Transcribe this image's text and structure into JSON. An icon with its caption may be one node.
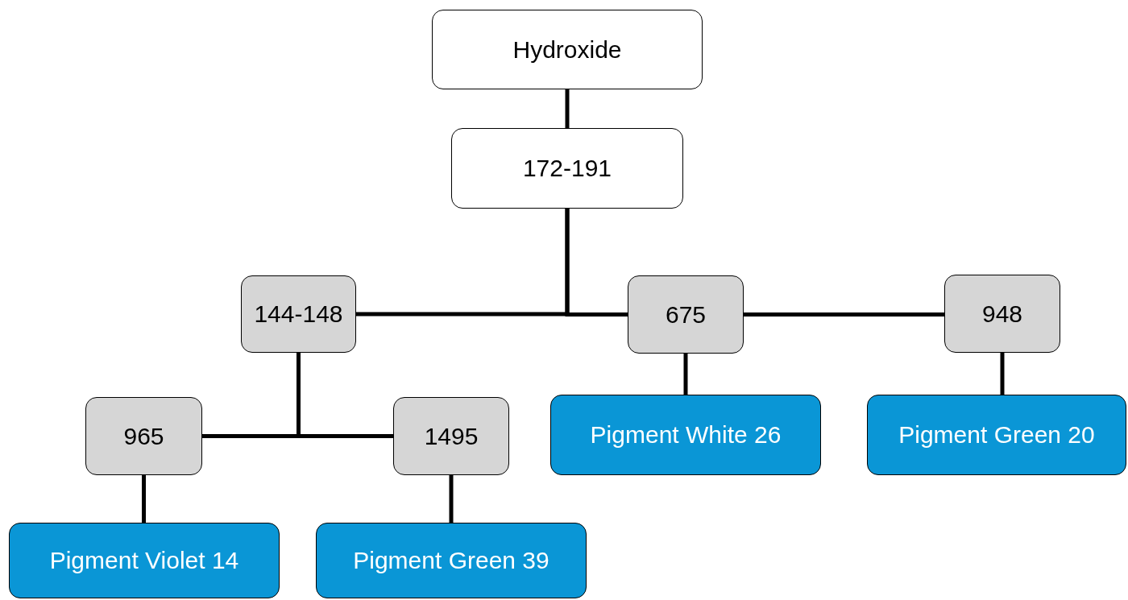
{
  "diagram": {
    "nodes": [
      {
        "text": [
          "Hydroxide"
        ]
      },
      {
        "text": [
          "172-191"
        ]
      },
      {
        "text": [
          "144-148"
        ]
      },
      {
        "text": [
          "675"
        ]
      },
      {
        "text": [
          "948"
        ]
      },
      {
        "text": [
          "965"
        ]
      },
      {
        "text": [
          "1495"
        ]
      },
      {
        "text": [
          "Pigment White 26"
        ]
      },
      {
        "text": [
          "Pigment Green 20"
        ]
      },
      {
        "text": [
          "Pigment Violet 14"
        ]
      },
      {
        "text": [
          "Pigment Green 39"
        ]
      }
    ],
    "edges": [
      {
        "from": 0,
        "to": 1,
        "arrow": "none"
      },
      {
        "from": 1,
        "to": 2,
        "arrow": "none"
      },
      {
        "from": 1,
        "to": 3,
        "arrow": "none"
      },
      {
        "from": 3,
        "to": 4,
        "arrow": "none"
      },
      {
        "from": 2,
        "to": 5,
        "arrow": "none"
      },
      {
        "from": 2,
        "to": 6,
        "arrow": "none"
      },
      {
        "from": 3,
        "to": 7,
        "arrow": "none"
      },
      {
        "from": 4,
        "to": 8,
        "arrow": "none"
      },
      {
        "from": 5,
        "to": 9,
        "arrow": "none"
      },
      {
        "from": 6,
        "to": 10,
        "arrow": "none"
      }
    ]
  }
}
